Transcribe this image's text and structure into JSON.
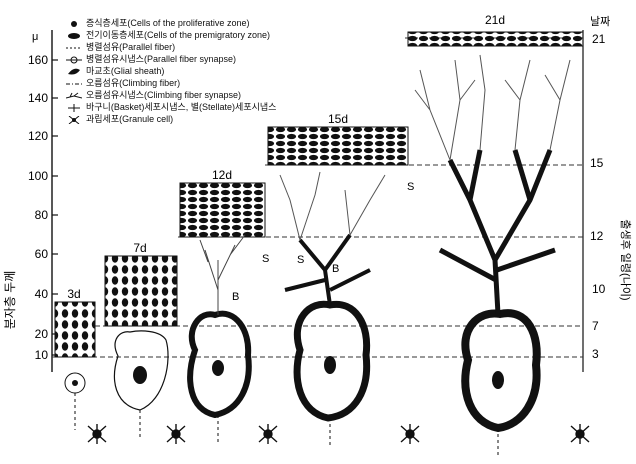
{
  "axis": {
    "unit": "μ",
    "y_ticks": [
      "160",
      "140",
      "120",
      "100",
      "80",
      "60",
      "40",
      "20",
      "10"
    ],
    "ylabel": "분자층 두께"
  },
  "right_axis": {
    "header": "날짜",
    "ticks": [
      "21",
      "15",
      "12",
      "10",
      "7",
      "3"
    ],
    "label": "출생후 일령(나이)"
  },
  "stages": [
    "3d",
    "7d",
    "12d",
    "15d",
    "21d"
  ],
  "legend": [
    {
      "icon": "black-dot-icon",
      "text": "증식층세포(Cells of the proliferative zone)"
    },
    {
      "icon": "black-oval-icon",
      "text": "전기이동층세포(Cells of the premigratory zone)"
    },
    {
      "icon": "dashed-line-icon",
      "text": "병렬섬유(Parallel fiber)"
    },
    {
      "icon": "synapse-icon",
      "text": "병렬섬유시냅스(Parallel fiber synapse)"
    },
    {
      "icon": "leaf-icon",
      "text": "마교초(Glial sheath)"
    },
    {
      "icon": "dash-dot-line-icon",
      "text": "오름섬유(Climbing fiber)"
    },
    {
      "icon": "branch-icon",
      "text": "오름섬유시냅스(Climbing fiber synapse)"
    },
    {
      "icon": "cross-line-icon",
      "text": "바구니(Basket)세포시냅스, 별(Stellate)세포시냅스"
    },
    {
      "icon": "star-cell-icon",
      "text": "과립세포(Granule cell)"
    }
  ],
  "markers": [
    "B",
    "S",
    "B",
    "S",
    "S"
  ]
}
